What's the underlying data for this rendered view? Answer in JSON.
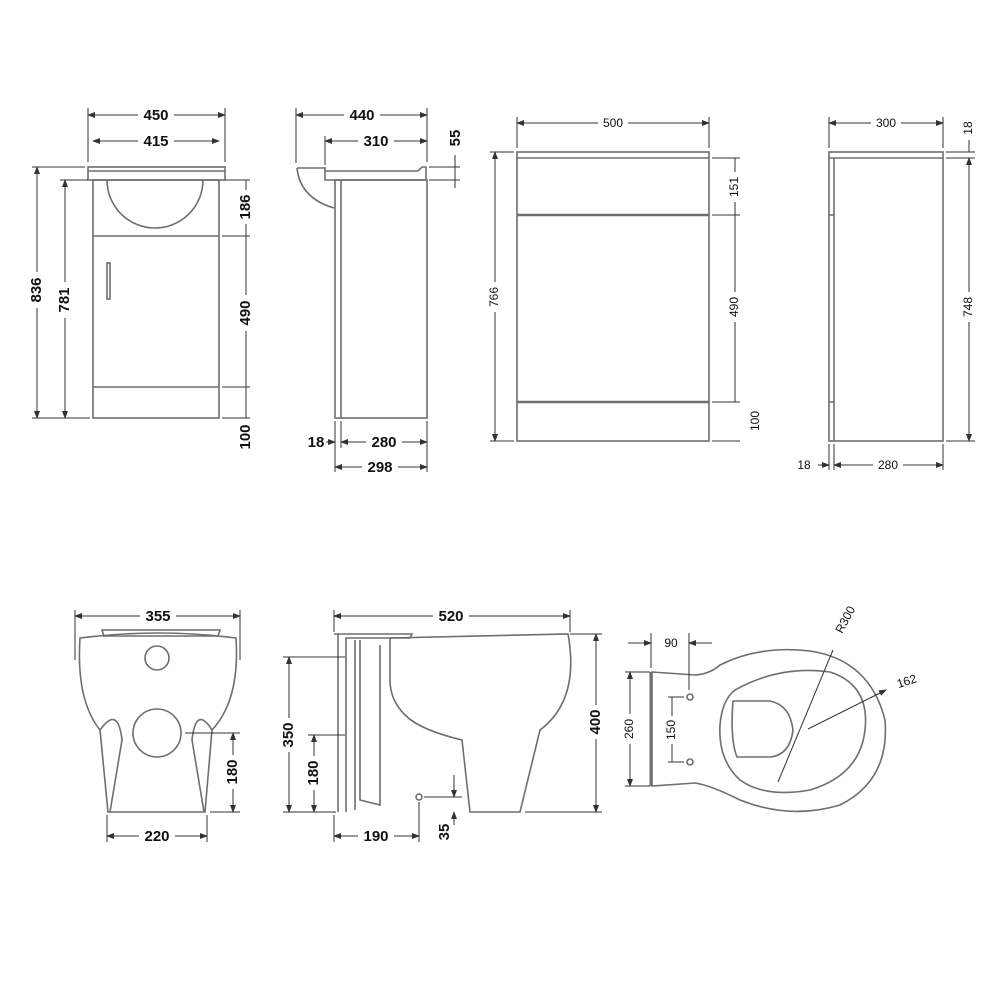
{
  "vanity_front": {
    "w450": "450",
    "w415": "415",
    "h836": "836",
    "h781": "781",
    "h186": "186",
    "h490": "490",
    "h100": "100"
  },
  "vanity_side": {
    "w440": "440",
    "w310": "310",
    "h55": "55",
    "d18": "18",
    "d280": "280",
    "d298": "298"
  },
  "wc_unit_front": {
    "w500": "500",
    "h766": "766",
    "h151": "151",
    "h490": "490",
    "h100": "100"
  },
  "wc_unit_side": {
    "w300": "300",
    "h18": "18",
    "h748": "748",
    "d18": "18",
    "d280": "280"
  },
  "toilet_front": {
    "w355": "355",
    "w220": "220",
    "h180": "180"
  },
  "toilet_side": {
    "w520": "520",
    "h400": "400",
    "h350": "350",
    "h180": "180",
    "d190": "190",
    "d35": "35"
  },
  "toilet_plan": {
    "w90": "90",
    "h260": "260",
    "h150": "150",
    "r300": "R300",
    "r162": "162"
  },
  "colors": {
    "outline": "#6e6e6e",
    "dimension": "#333333",
    "background": "#ffffff"
  }
}
